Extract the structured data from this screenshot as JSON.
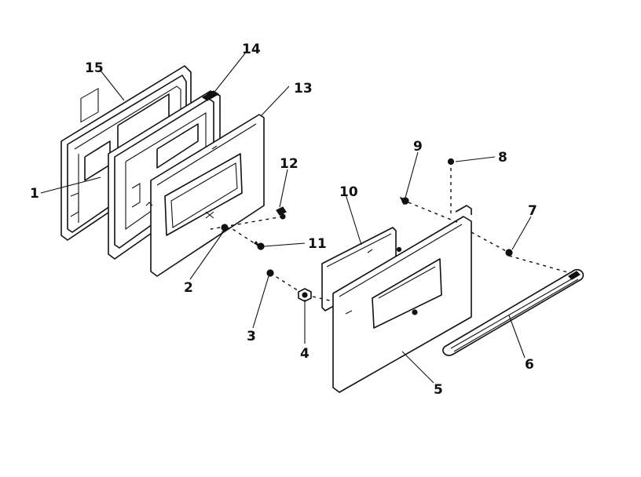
{
  "callouts": {
    "c1": "1",
    "c2": "2",
    "c3": "3",
    "c4": "4",
    "c5": "5",
    "c6": "6",
    "c7": "7",
    "c8": "8",
    "c9": "9",
    "c10": "10",
    "c11": "11",
    "c12": "12",
    "c13": "13",
    "c14": "14",
    "c15": "15"
  },
  "colors": {
    "ink": "#111111",
    "paper": "#ffffff"
  }
}
